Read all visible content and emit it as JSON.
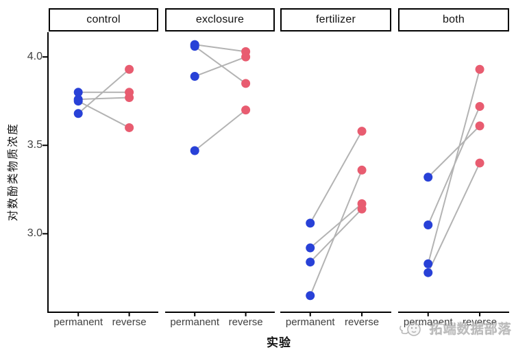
{
  "figure": {
    "y_axis_label": "对数酚类物质浓度",
    "x_axis_label": "实验",
    "watermark_text": "拓端数据部落"
  },
  "chart_data": {
    "type": "scatter",
    "subtype": "paired-slope-dotplot",
    "title": "",
    "xlabel": "实验",
    "ylabel": "对数酚类物质浓度",
    "x_categories": [
      "permanent",
      "reverse"
    ],
    "y_ticks": [
      3.0,
      3.5,
      4.0
    ],
    "ylim": [
      2.56,
      4.14
    ],
    "grid": "off",
    "legend": "none",
    "point_colors": {
      "permanent": "#2841d7",
      "reverse": "#e85c70"
    },
    "line_color": "#b3b3b3",
    "axis_color": "#000000",
    "facets": [
      {
        "label": "control",
        "pairs": [
          [
            3.8,
            3.8
          ],
          [
            3.76,
            3.77
          ],
          [
            3.75,
            3.6
          ],
          [
            3.68,
            3.93
          ]
        ]
      },
      {
        "label": "exclosure",
        "pairs": [
          [
            4.07,
            4.03
          ],
          [
            4.06,
            3.85
          ],
          [
            3.89,
            4.0
          ],
          [
            3.47,
            3.7
          ]
        ]
      },
      {
        "label": "fertilizer",
        "pairs": [
          [
            3.06,
            3.58
          ],
          [
            2.92,
            3.17
          ],
          [
            2.84,
            3.14
          ],
          [
            2.65,
            3.36
          ]
        ]
      },
      {
        "label": "both",
        "pairs": [
          [
            3.32,
            3.61
          ],
          [
            3.05,
            3.72
          ],
          [
            2.83,
            3.93
          ],
          [
            2.78,
            3.4
          ]
        ]
      }
    ]
  }
}
